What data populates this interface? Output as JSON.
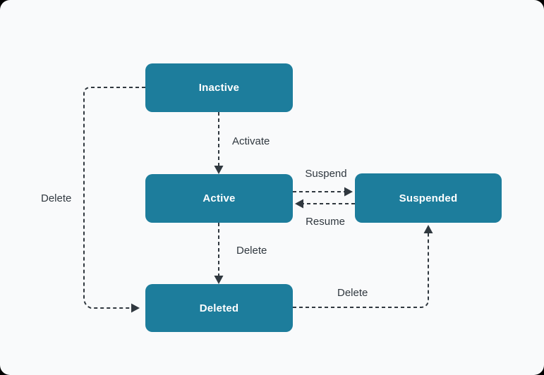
{
  "diagram": {
    "states": [
      {
        "id": "inactive",
        "label": "Inactive"
      },
      {
        "id": "active",
        "label": "Active"
      },
      {
        "id": "suspended",
        "label": "Suspended"
      },
      {
        "id": "deleted",
        "label": "Deleted"
      }
    ],
    "transitions": [
      {
        "from": "inactive",
        "to": "active",
        "label": "Activate"
      },
      {
        "from": "active",
        "to": "suspended",
        "label": "Suspend"
      },
      {
        "from": "suspended",
        "to": "active",
        "label": "Resume"
      },
      {
        "from": "active",
        "to": "deleted",
        "label": "Delete"
      },
      {
        "from": "inactive",
        "to": "deleted",
        "label": "Delete"
      },
      {
        "from": "deleted",
        "to": "suspended",
        "label": "Delete"
      }
    ]
  },
  "colors": {
    "state_fill": "#1d7d9c",
    "state_text": "#ffffff",
    "arrow": "#30383f",
    "label_text": "#30383f",
    "canvas_bg": "#f9fafb",
    "outside_bg": "#000000"
  }
}
